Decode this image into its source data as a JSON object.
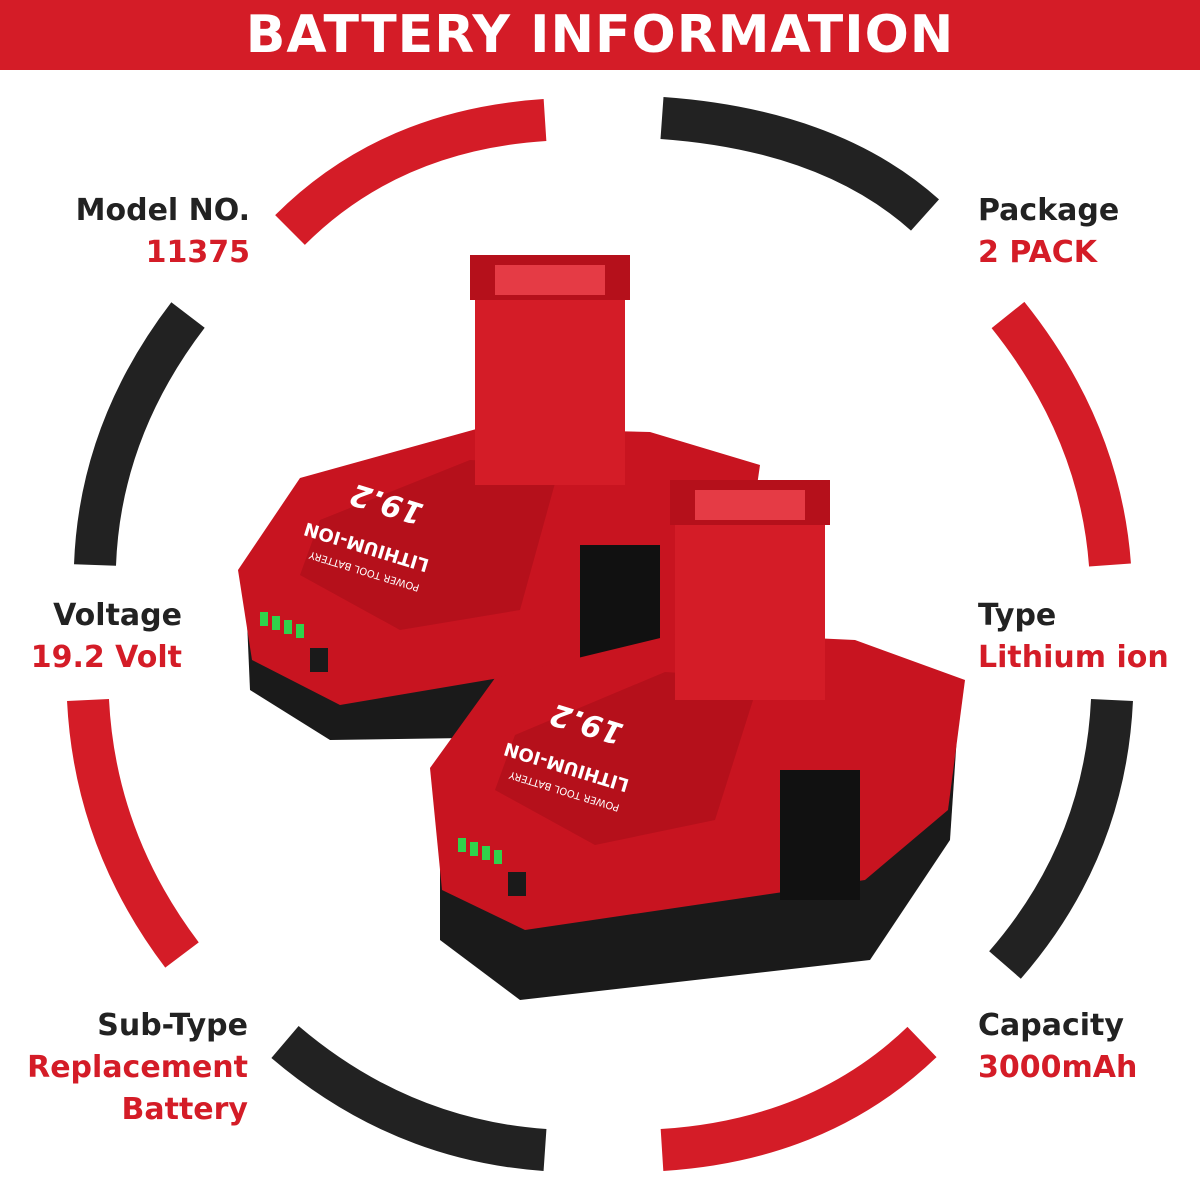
{
  "banner": {
    "title": "BATTERY INFORMATION"
  },
  "colors": {
    "accent": "#d41c27",
    "dark": "#222222",
    "background": "#ffffff"
  },
  "specs": {
    "model": {
      "label": "Model NO.",
      "value": "11375"
    },
    "package": {
      "label": "Package",
      "value": "2 PACK"
    },
    "voltage": {
      "label": "Voltage",
      "value": "19.2 Volt"
    },
    "type": {
      "label": "Type",
      "value": "Lithium ion"
    },
    "subtype": {
      "label": "Sub-Type",
      "value_line1": "Replacement",
      "value_line2": "Battery"
    },
    "capacity": {
      "label": "Capacity",
      "value": "3000mAh"
    }
  },
  "battery": {
    "label_voltage": "19.2",
    "label_brand": "LITHIUM-ION",
    "label_sub": "POWER TOOL BATTERY"
  }
}
